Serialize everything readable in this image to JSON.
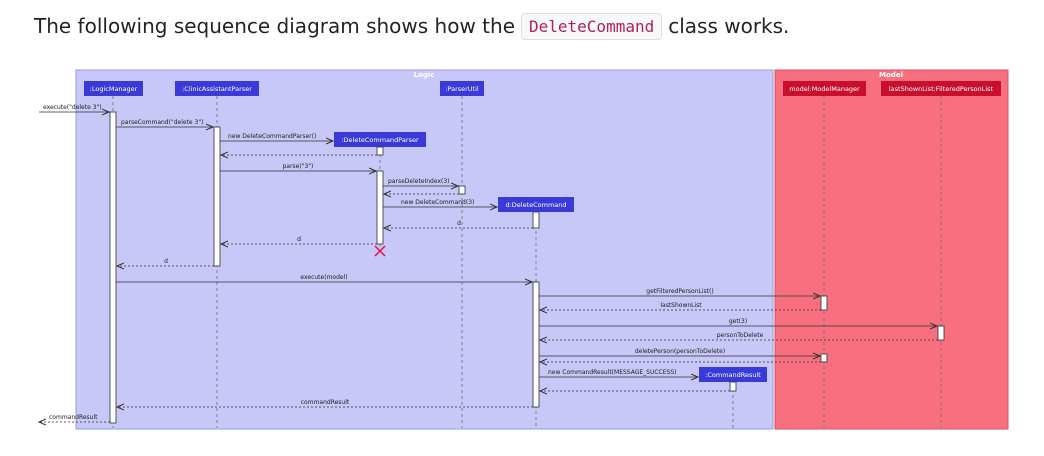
{
  "heading": {
    "before": "The following sequence diagram shows how the",
    "code": "DeleteCommand",
    "after": "class works."
  },
  "colors": {
    "logic_bg": "#c8c8f8",
    "model_bg": "#f87080",
    "logic_box": "#3a3ad8",
    "model_box": "#c8102e",
    "arrow": "#303030",
    "destroy": "#e01040"
  },
  "groups": {
    "logic": "Logic",
    "model": "Model"
  },
  "participants": {
    "logic_manager": ":LogicManager",
    "parser": ":ClinicAssistantParser",
    "delete_parser": ":DeleteCommandParser",
    "parser_util": ":ParserUtil",
    "delete_command": "d:DeleteCommand",
    "command_result": ":CommandResult",
    "model_manager": "model:ModelManager",
    "shown_list": "lastShownList:FilteredPersonList"
  },
  "messages": {
    "execute_in": "execute(\"delete 3\")",
    "parse_command": "parseCommand(\"delete 3\")",
    "new_parser": "new DeleteCommandParser()",
    "parse": "parse(\"3\")",
    "parse_index": "parseDeleteIndex(3)",
    "new_command": "new DeleteCommand(3)",
    "ret_d1": "d",
    "ret_d2": "d",
    "ret_d3": "d",
    "execute_model": "execute(model)",
    "get_filtered": "getFilteredPersonList()",
    "ret_last_shown": "lastShownList",
    "get3": "get(3)",
    "ret_person": "personToDelete",
    "delete_person": "deletePerson(personToDelete)",
    "new_result": "new CommandResult(MESSAGE_SUCCESS)",
    "ret_result1": "commandResult",
    "ret_result2": "commandResult"
  }
}
